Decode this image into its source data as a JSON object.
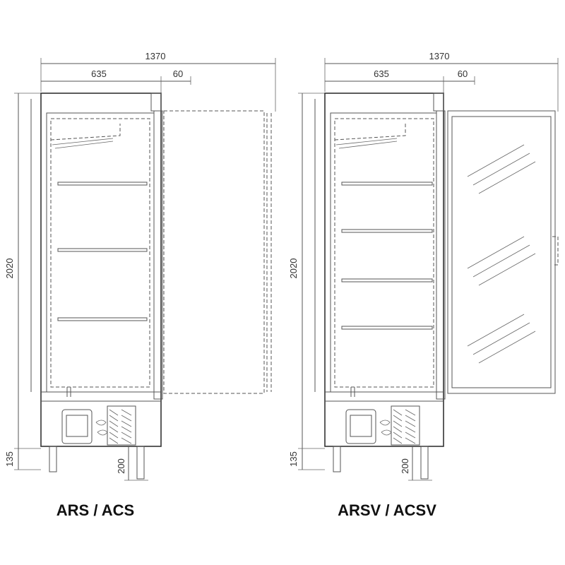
{
  "diagrams": [
    {
      "model": "ARS / ACS",
      "door_type": "solid",
      "dimensions": {
        "total_width_open": "1370",
        "cabinet_width": "635",
        "door_offset": "60",
        "height": "2020",
        "base_height": "135",
        "leg_height": "200"
      }
    },
    {
      "model": "ARSV / ACSV",
      "door_type": "glass",
      "dimensions": {
        "total_width_open": "1370",
        "cabinet_width": "635",
        "door_offset": "60",
        "height": "2020",
        "base_height": "135",
        "leg_height": "200"
      }
    }
  ],
  "colors": {
    "line": "#555555",
    "text": "#333333",
    "background": "#ffffff"
  }
}
